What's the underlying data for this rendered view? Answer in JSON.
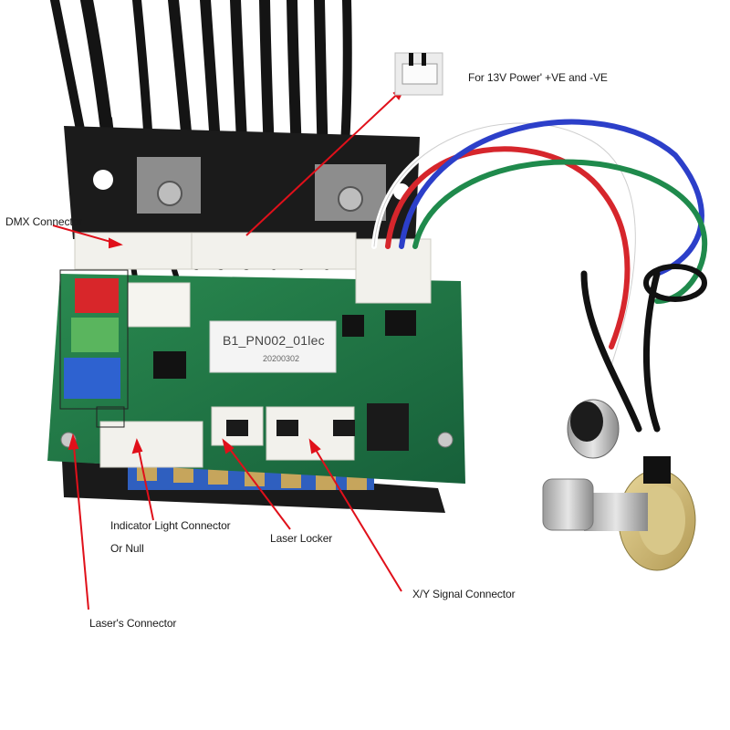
{
  "colors": {
    "callout": "#e0101a",
    "pcb_green": "#1f7a43",
    "connector_white": "#f2f1ec",
    "cable_black": "#151515"
  },
  "callouts": {
    "power": "For 13V Power' +VE and -VE",
    "dmx": "DMX Connector",
    "indicator_line1": "Indicator Light Connector",
    "indicator_line2": "Or Null",
    "laser_locker": "Laser Locker",
    "xy_signal": "X/Y Signal Connector",
    "laser_connector": "Laser's Connector"
  },
  "pcb": {
    "label_code": "B1_PN002_01lec",
    "label_date": "20200302"
  },
  "icons": [
    "connector-thumbnail-icon"
  ]
}
